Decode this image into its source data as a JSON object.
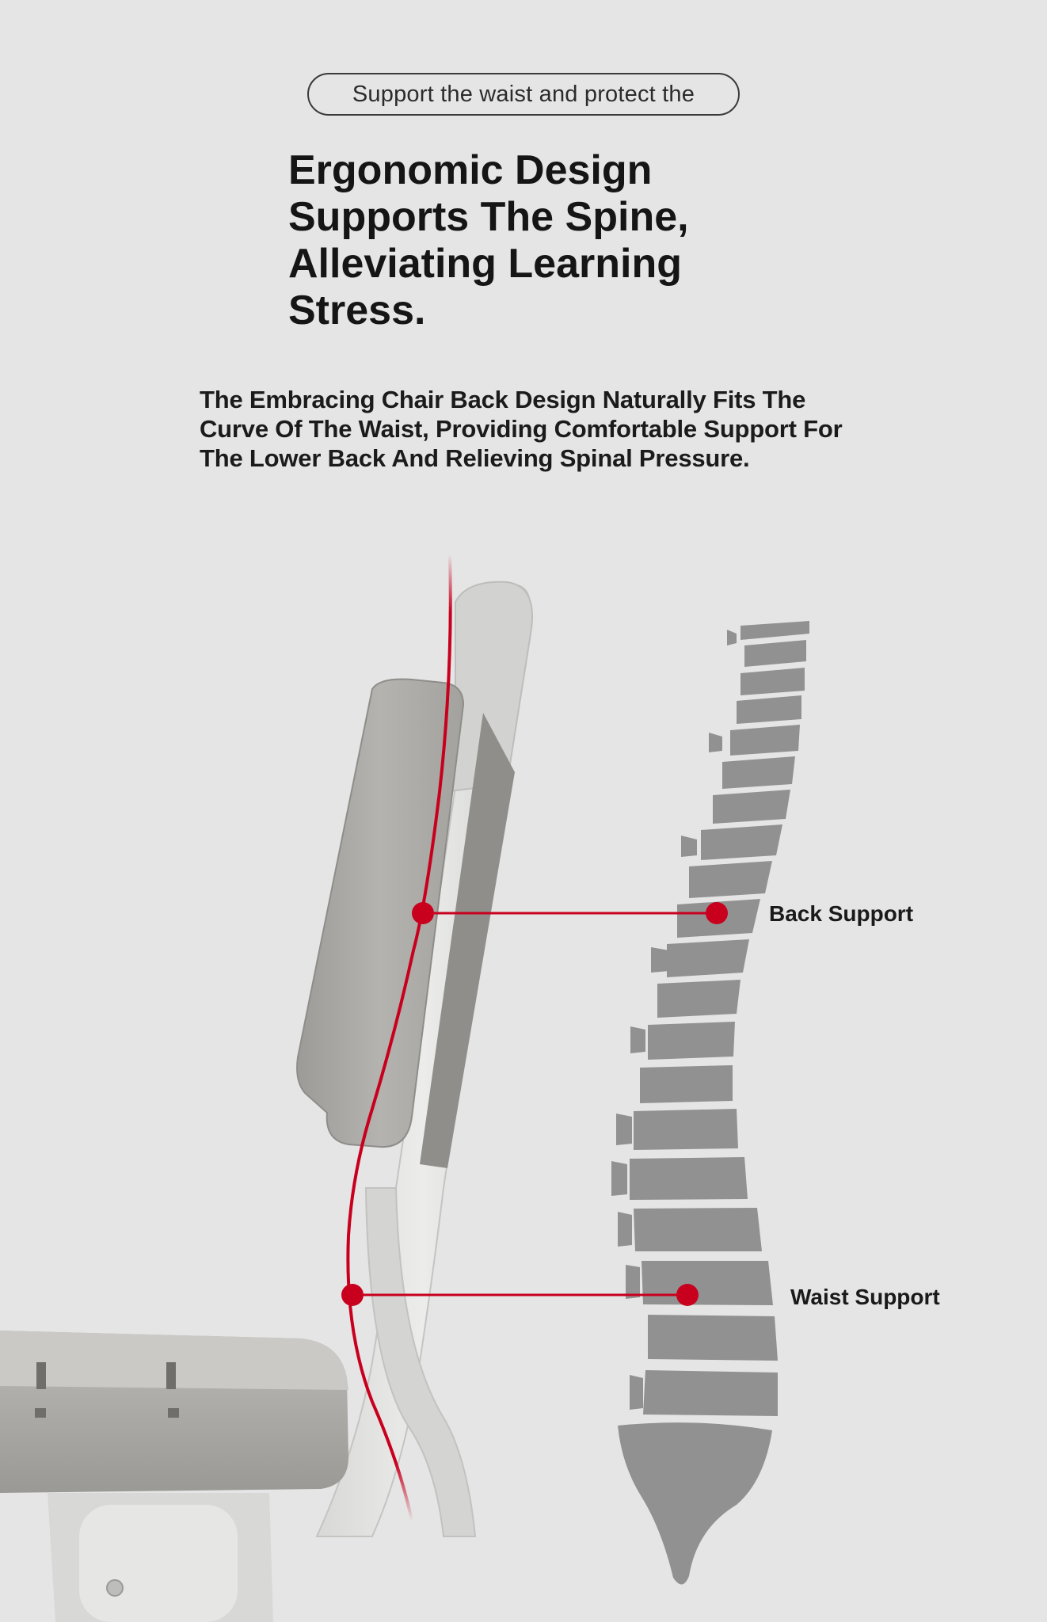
{
  "badge": {
    "text": "Support the waist and protect the"
  },
  "headline": {
    "text": "Ergonomic Design Supports The Spine, Alleviating Learning Stress."
  },
  "description": {
    "text": "The Embracing Chair Back Design Naturally Fits The Curve Of The Waist, Providing Comfortable Support For The Lower Back And Relieving Spinal Pressure."
  },
  "callouts": [
    {
      "label": "Back Support"
    },
    {
      "label": "Waist Support"
    }
  ],
  "colors": {
    "background": "#e5e5e5",
    "accent_red": "#c8001e",
    "chair_gray": "#a9a8a4",
    "spine_gray": "#8f8f8f"
  }
}
